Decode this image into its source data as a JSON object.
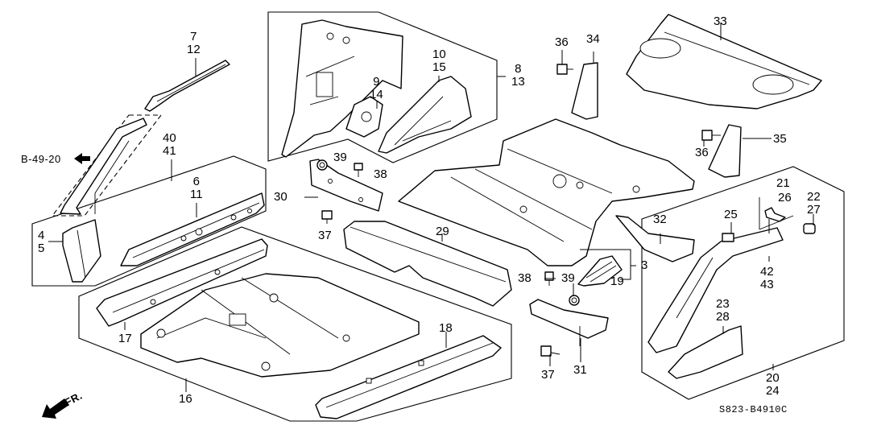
{
  "diagram": {
    "title": "Floor panel / inner panel / frame exploded parts diagram",
    "diagram_code": "S823-B4910C",
    "reference": {
      "label": "B-49-20",
      "icon": "arrow-left-icon"
    },
    "direction_indicator": {
      "label": "FR.",
      "icon": "arrow-down-left-icon"
    },
    "callouts": [
      {
        "id": "c7-12",
        "text": "7\n12"
      },
      {
        "id": "c40-41",
        "text": "40\n41"
      },
      {
        "id": "c6-11",
        "text": "6\n11"
      },
      {
        "id": "c4-5",
        "text": "4\n5"
      },
      {
        "id": "c17",
        "text": "17"
      },
      {
        "id": "c16",
        "text": "16"
      },
      {
        "id": "c9-14",
        "text": "9\n14"
      },
      {
        "id": "c10-15",
        "text": "10\n15"
      },
      {
        "id": "c8-13",
        "text": "8\n13"
      },
      {
        "id": "c39a",
        "text": "39"
      },
      {
        "id": "c38a",
        "text": "38"
      },
      {
        "id": "c30",
        "text": "30"
      },
      {
        "id": "c37a",
        "text": "37"
      },
      {
        "id": "c29",
        "text": "29"
      },
      {
        "id": "c18",
        "text": "18"
      },
      {
        "id": "c36a",
        "text": "36"
      },
      {
        "id": "c34",
        "text": "34"
      },
      {
        "id": "c33",
        "text": "33"
      },
      {
        "id": "c36b",
        "text": "36"
      },
      {
        "id": "c35",
        "text": "35"
      },
      {
        "id": "c32",
        "text": "32"
      },
      {
        "id": "c3",
        "text": "3"
      },
      {
        "id": "c38b",
        "text": "38"
      },
      {
        "id": "c39b",
        "text": "39"
      },
      {
        "id": "c19",
        "text": "19"
      },
      {
        "id": "c31",
        "text": "31"
      },
      {
        "id": "c37b",
        "text": "37"
      },
      {
        "id": "c21",
        "text": "21"
      },
      {
        "id": "c26",
        "text": "26"
      },
      {
        "id": "c22-27",
        "text": "22\n27"
      },
      {
        "id": "c25",
        "text": "25"
      },
      {
        "id": "c42-43",
        "text": "42\n43"
      },
      {
        "id": "c23-28",
        "text": "23\n28"
      },
      {
        "id": "c20-24",
        "text": "20\n24"
      }
    ]
  }
}
